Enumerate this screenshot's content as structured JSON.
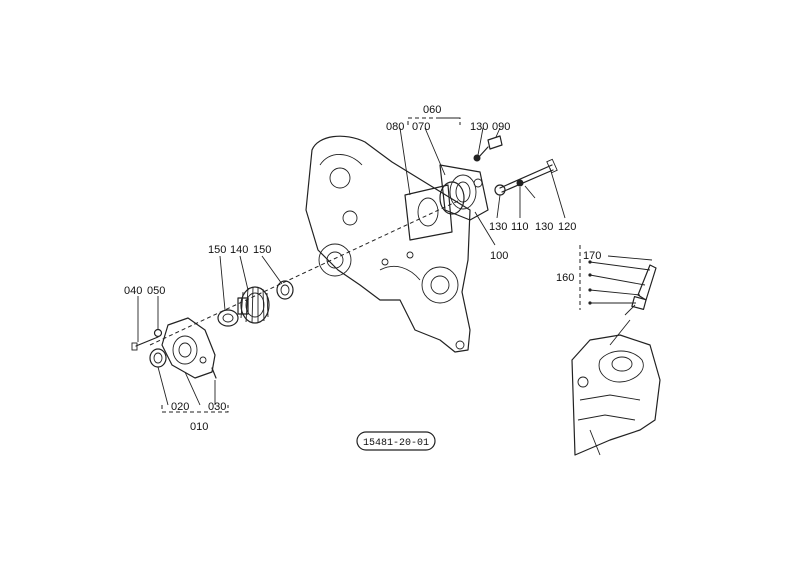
{
  "labels": {
    "p060": "060",
    "p080": "080",
    "p070": "070",
    "p130a": "130",
    "p090": "090",
    "p130b": "130",
    "p110": "110",
    "p130c": "130",
    "p120": "120",
    "p100": "100",
    "p150a": "150",
    "p140": "140",
    "p150b": "150",
    "p040": "040",
    "p050": "050",
    "p020": "020",
    "p030": "030",
    "p010": "010",
    "p170": "170",
    "p160": "160"
  },
  "code": "15481-20-01"
}
